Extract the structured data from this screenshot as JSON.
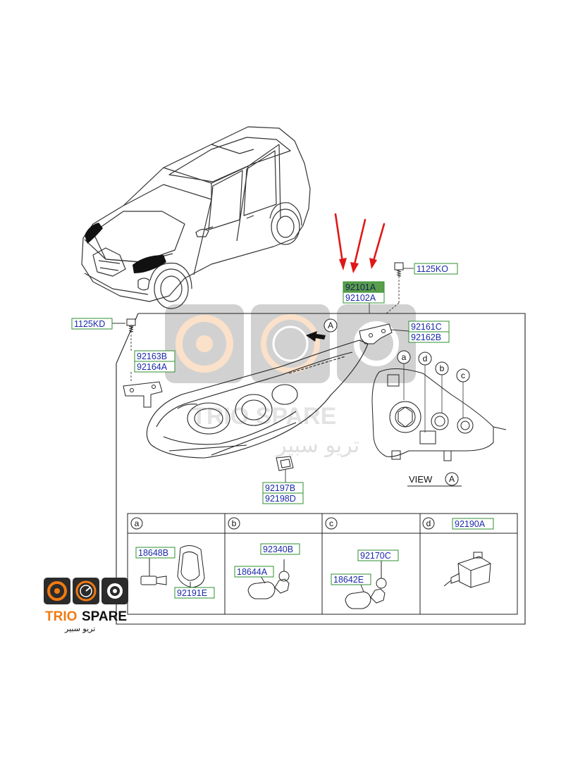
{
  "part_labels": {
    "p1125KO": "1125KO",
    "p92101A": "92101A",
    "p92102A": "92102A",
    "p1125KD": "1125KD",
    "p92161C": "92161C",
    "p92162B": "92162B",
    "p92163B": "92163B",
    "p92164A": "92164A",
    "p92197B": "92197B",
    "p92198D": "92198D",
    "p18648B": "18648B",
    "p92191E": "92191E",
    "p92340B": "92340B",
    "p18644A": "18644A",
    "p92170C": "92170C",
    "p18642E": "18642E",
    "p92190A": "92190A"
  },
  "view_label": "VIEW",
  "view_marker": "A",
  "callout_A": "A",
  "view_callouts": [
    "a",
    "d",
    "b",
    "c"
  ],
  "panel_headers": [
    "a",
    "b",
    "c",
    "d"
  ],
  "watermark": {
    "english": "TRIO SPARE",
    "arabic": "تريو سبير"
  },
  "logo": {
    "brand_trio": "TRIO",
    "brand_spare": "SPARE",
    "arabic": "تريو سبير"
  },
  "colors": {
    "label_text": "#1a2aa8",
    "label_border": "#2f8f2f",
    "selected_fill": "#5a9e4a",
    "arrow_red": "#e01818",
    "logo_orange": "#f07a12"
  }
}
